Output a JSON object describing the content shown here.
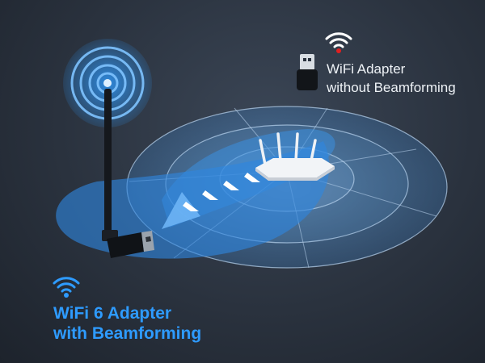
{
  "without_beamforming": {
    "line1": "WiFi Adapter",
    "line2": "without Beamforming",
    "icon": "wifi-icon",
    "icon_color": "#ffffff",
    "icon_dot_color": "#e02020"
  },
  "with_beamforming": {
    "line1": "WiFi 6 Adapter",
    "line2": "with Beamforming",
    "icon": "wifi-icon",
    "color": "#2e9bff"
  },
  "colors": {
    "background": "#2a323e",
    "signal_blue": "#2e9bff",
    "beam_fill": "#3a8fe0",
    "ring_fill": "#4a8ccc",
    "router": "#f2f4f7"
  }
}
